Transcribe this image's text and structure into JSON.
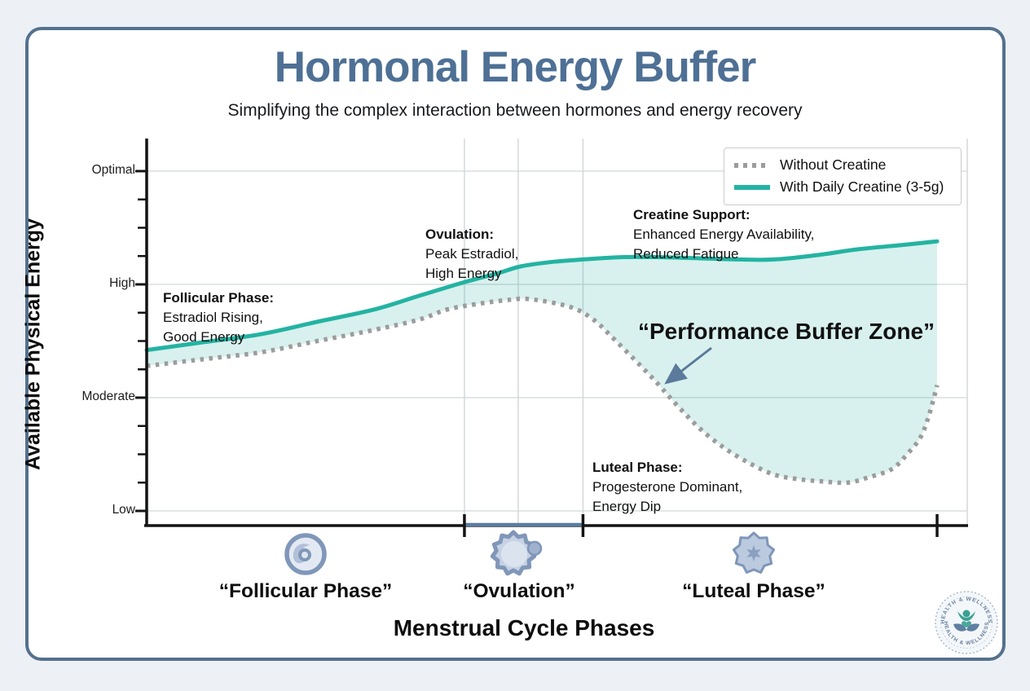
{
  "header": {
    "title": "Hormonal Energy Buffer",
    "subtitle": "Simplifying the complex interaction between hormones and energy recovery"
  },
  "legend": {
    "items": [
      {
        "label": "Without Creatine",
        "style": "dotted",
        "color": "#9c9c9c"
      },
      {
        "label": "With Daily Creatine (3-5g)",
        "style": "solid",
        "color": "#24b3a2"
      }
    ]
  },
  "y_axis": {
    "title": "Available Physical Energy",
    "tick_labels": [
      "Optimal",
      "High",
      "Moderate",
      "Low"
    ]
  },
  "x_axis": {
    "title": "Menstrual Cycle Phases",
    "phase_labels": [
      "“Follicular Phase”",
      "“Ovulation”",
      "“Luteal Phase”"
    ]
  },
  "annotations": {
    "follicular": {
      "lines": [
        "Follicular Phase:",
        "Estradiol Rising,",
        "Good Energy"
      ]
    },
    "ovulation": {
      "lines": [
        "Ovulation:",
        "Peak Estradiol,",
        "High Energy"
      ]
    },
    "creatine": {
      "lines": [
        "Creatine Support:",
        "Enhanced Energy Availability,",
        "Reduced Fatigue"
      ]
    },
    "luteal": {
      "lines": [
        "Luteal Phase:",
        "Progesterone Dominant,",
        "Energy Dip"
      ]
    },
    "buffer_zone": "“Performance Buffer Zone”"
  },
  "logo": {
    "arc_text_top": "HEALTH & WELLNESS",
    "arc_text_bottom": "HEALTH & WELLNESS"
  },
  "colors": {
    "teal_line": "#24b3a2",
    "buffer_fill": "rgba(37,179,162,0.18)",
    "dotted_line": "#9c9c9c",
    "title_blue": "#4e7095",
    "arrow_slate": "#5b7a9c",
    "ovulation_bar": "#5b7da0"
  },
  "chart_data": {
    "type": "line",
    "title": "Hormonal Energy Buffer",
    "xlabel": "Menstrual Cycle Phases",
    "ylabel": "Available Physical Energy",
    "x_unit": "fraction of menstrual cycle (0 = cycle start, 1 = cycle end)",
    "y_scale": {
      "1": "Low",
      "2": "Moderate",
      "3": "High",
      "4": "Optimal"
    },
    "ylim": [
      0.75,
      4.25
    ],
    "grid": true,
    "legend_position": "top-right",
    "ovulation_window_x": [
      0.402,
      0.552
    ],
    "ovulation_center_x": 0.47,
    "series": [
      {
        "name": "With Daily Creatine (3-5g)",
        "style": "solid",
        "color": "#24b3a2",
        "points": [
          [
            0,
            2.42
          ],
          [
            0.072,
            2.49
          ],
          [
            0.144,
            2.56
          ],
          [
            0.216,
            2.67
          ],
          [
            0.289,
            2.78
          ],
          [
            0.345,
            2.9
          ],
          [
            0.402,
            3.02
          ],
          [
            0.445,
            3.1
          ],
          [
            0.474,
            3.16
          ],
          [
            0.515,
            3.2
          ],
          [
            0.552,
            3.22
          ],
          [
            0.6,
            3.24
          ],
          [
            0.65,
            3.24
          ],
          [
            0.7,
            3.23
          ],
          [
            0.75,
            3.22
          ],
          [
            0.794,
            3.22
          ],
          [
            0.85,
            3.26
          ],
          [
            0.9,
            3.31
          ],
          [
            0.959,
            3.35
          ],
          [
            1,
            3.38
          ]
        ]
      },
      {
        "name": "Without Creatine",
        "style": "dotted",
        "color": "#9c9c9c",
        "points": [
          [
            0,
            2.28
          ],
          [
            0.072,
            2.34
          ],
          [
            0.144,
            2.4
          ],
          [
            0.216,
            2.5
          ],
          [
            0.289,
            2.6
          ],
          [
            0.345,
            2.69
          ],
          [
            0.381,
            2.78
          ],
          [
            0.421,
            2.83
          ],
          [
            0.454,
            2.86
          ],
          [
            0.485,
            2.87
          ],
          [
            0.536,
            2.8
          ],
          [
            0.565,
            2.69
          ],
          [
            0.588,
            2.54
          ],
          [
            0.639,
            2.18
          ],
          [
            0.67,
            1.94
          ],
          [
            0.701,
            1.72
          ],
          [
            0.732,
            1.55
          ],
          [
            0.763,
            1.42
          ],
          [
            0.794,
            1.32
          ],
          [
            0.825,
            1.28
          ],
          [
            0.856,
            1.26
          ],
          [
            0.887,
            1.25
          ],
          [
            0.915,
            1.3
          ],
          [
            0.943,
            1.37
          ],
          [
            0.962,
            1.5
          ],
          [
            0.979,
            1.65
          ],
          [
            0.99,
            1.85
          ],
          [
            1,
            2.11
          ]
        ]
      }
    ],
    "buffer_zone": "shaded area between the two curves labeled “Performance Buffer Zone”"
  }
}
